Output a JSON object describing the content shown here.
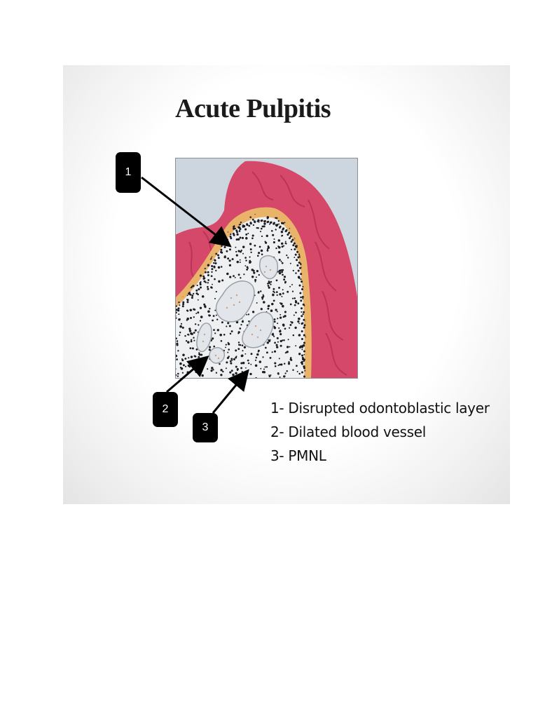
{
  "title": "Acute Pulpitis",
  "callouts": [
    {
      "number": "1",
      "text": "1- Disrupted odontoblastic layer"
    },
    {
      "number": "2",
      "text": "2- Dilated blood vessel"
    },
    {
      "number": "3",
      "text": "3- PMNL"
    }
  ],
  "colors": {
    "dentin": "#d5486a",
    "dentin_stripes": "#b52f52",
    "predentin": "#e9b36a",
    "pulp": "#eef0f2",
    "nuclei": "#1c1c22",
    "background_sky": "#cdd6de",
    "badge": "#000000"
  }
}
